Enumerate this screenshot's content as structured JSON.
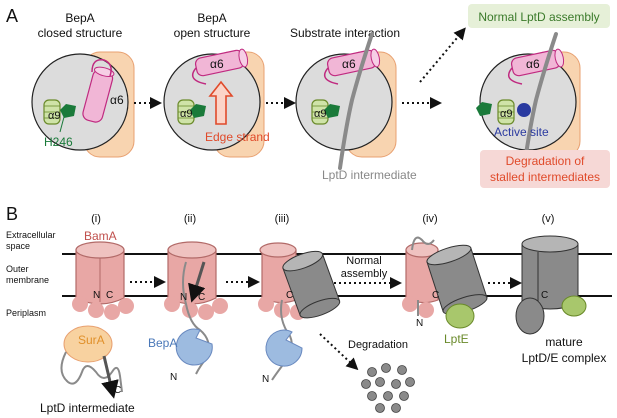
{
  "panel_a": {
    "label": "A",
    "step1_title_line1": "BepA",
    "step1_title_line2": "closed structure",
    "step2_title_line1": "BepA",
    "step2_title_line2": "open structure",
    "step3_title": "Substrate interaction",
    "helix6": "α6",
    "helix9": "α9",
    "residue": "H246",
    "edge_strand": "Edge strand",
    "active_site": "Active site",
    "lptd_intermediate": "LptD intermediate",
    "normal_assembly": "Normal LptD assembly",
    "degradation_line1": "Degradation of",
    "degradation_line2": "stalled intermediates"
  },
  "panel_b": {
    "label": "B",
    "steps": [
      "(i)",
      "(ii)",
      "(iii)",
      "(iv)",
      "(v)"
    ],
    "extracellular_line1": "Extracellular",
    "extracellular_line2": "space",
    "outer_membrane_line1": "Outer",
    "outer_membrane_line2": "membrane",
    "periplasm": "Periplasm",
    "bama": "BamA",
    "sura": "SurA",
    "bepa": "BepA",
    "lpte": "LptE",
    "normal_assembly_line1": "Normal",
    "normal_assembly_line2": "assembly",
    "degradation": "Degradation",
    "lptd_intermediate": "LptD intermediate",
    "mature_line1": "mature",
    "mature_line2": "LptD/E complex",
    "n": "N",
    "c": "C"
  },
  "colors": {
    "membrane_protein": "#e8a7a5",
    "bepa": "#9dbbe0",
    "sura": "#f8d2a0",
    "lpte": "#a8c76c",
    "lptd": "#8a8a8a",
    "edge_strand": "#e04a2a",
    "helix9": "#7a9a3a",
    "helix6": "#d65da0",
    "active_site": "#2a3aa0",
    "h246": "#1a7a3a",
    "normal_box": "#e6f0d8",
    "degradation_box": "#f6d8d6"
  }
}
